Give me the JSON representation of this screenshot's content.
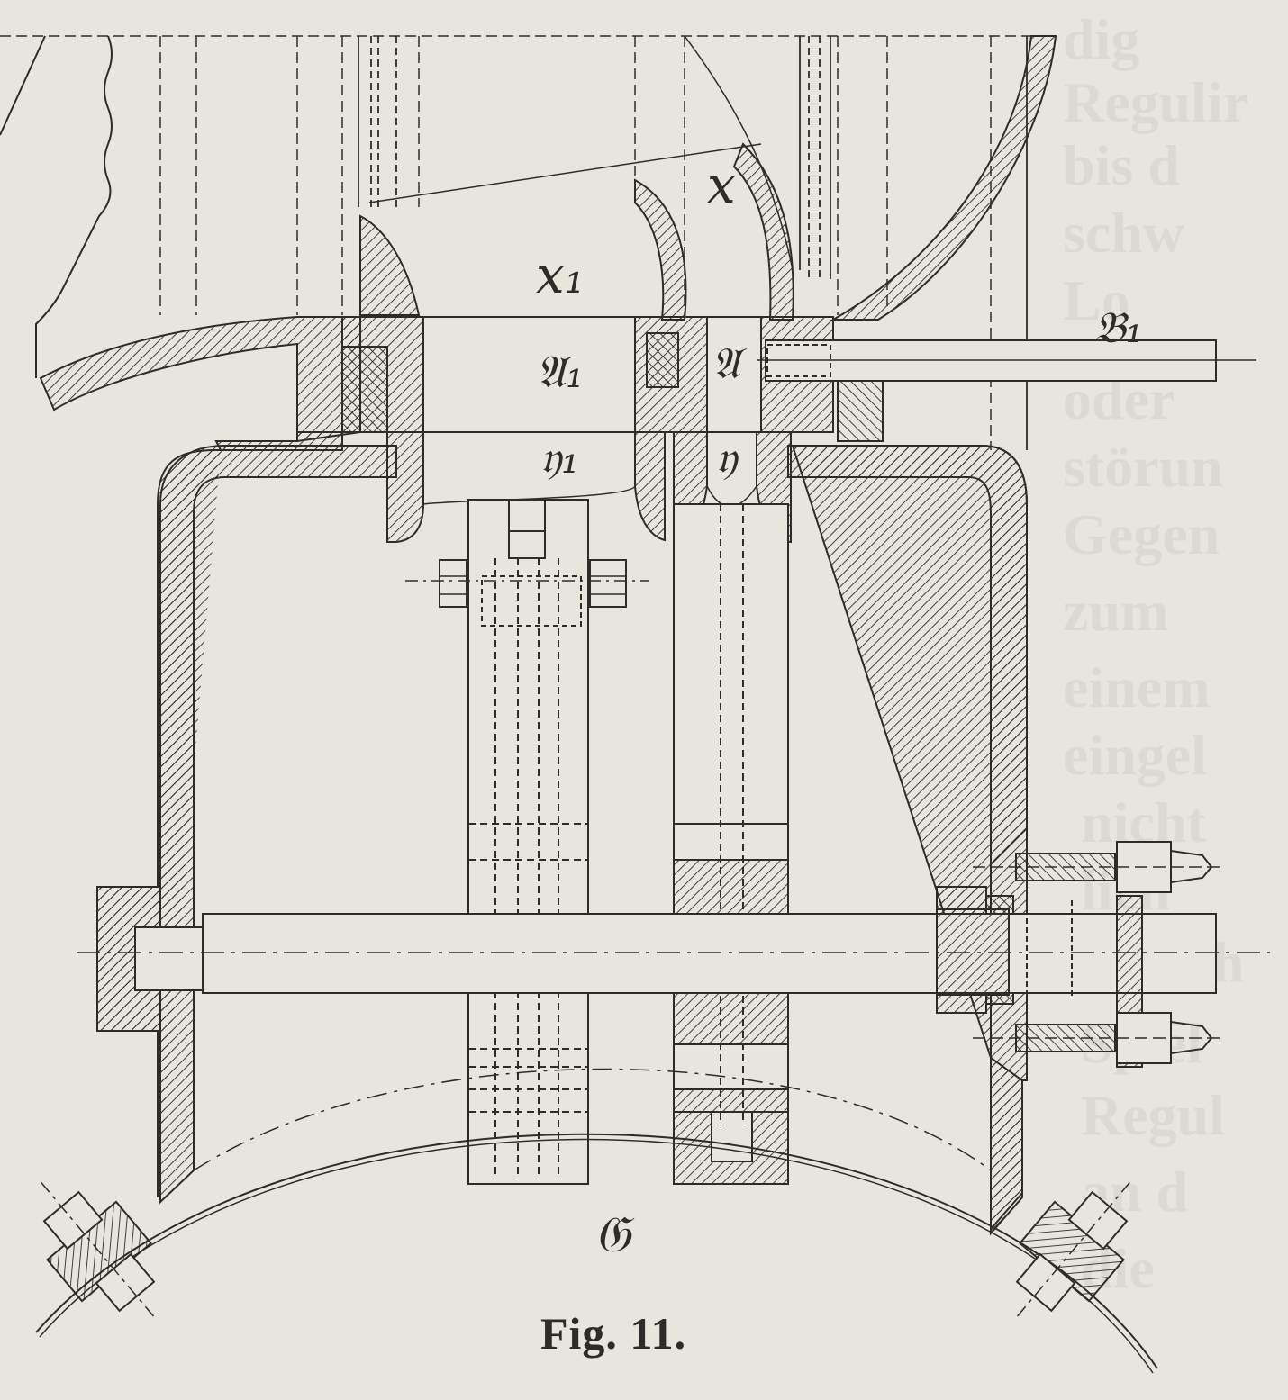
{
  "caption": "Fig. 11.",
  "labels": {
    "x1": "x₁",
    "x": "x",
    "a1": "𝔄₁",
    "a": "𝔄",
    "y1": "𝔶₁",
    "y": "𝔶",
    "b1": "𝔅₁",
    "c": "𝔊"
  },
  "background_text": [
    "dig",
    "Regulir",
    "bis d",
    "schw",
    "Lo",
    "oder",
    "störun",
    "Gegen",
    "zum",
    "einem",
    "eingel",
    "nicht",
    "lich",
    "zwisch",
    "Spiel",
    "Regul",
    "an d",
    "die"
  ],
  "colors": {
    "ink": "#2e2c28",
    "paper": "#e7e5dc"
  }
}
